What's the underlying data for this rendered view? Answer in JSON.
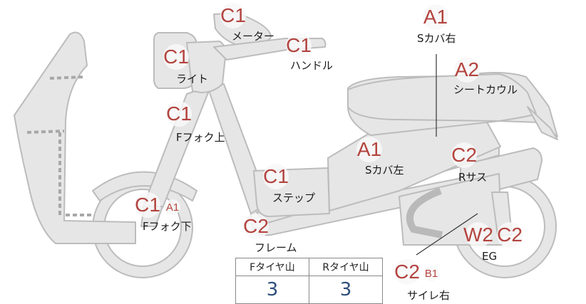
{
  "colors": {
    "body": "#e6e6e6",
    "outline": "#bcbcbc",
    "dashed": "#a8a8a8",
    "grade_red": "#b3443f",
    "value_blue": "#2f4e7c",
    "line": "#333333"
  },
  "parts": [
    {
      "id": "meter",
      "label": "メーター",
      "grades": [
        "C1"
      ]
    },
    {
      "id": "handle",
      "label": "ハンドル",
      "grades": [
        "C1"
      ]
    },
    {
      "id": "light",
      "label": "ライト",
      "grades": [
        "C1"
      ]
    },
    {
      "id": "s_cover_r",
      "label": "Sカバ右",
      "grades": [
        "A1"
      ]
    },
    {
      "id": "seat_cowl",
      "label": "シートカウル",
      "grades": [
        "A2"
      ]
    },
    {
      "id": "f_fork_upper",
      "label": "Fフォク上",
      "grades": [
        "C1"
      ]
    },
    {
      "id": "s_cover_l",
      "label": "Sカバ左",
      "grades": [
        "A1"
      ]
    },
    {
      "id": "r_sus",
      "label": "Rサス",
      "grades": [
        "C2"
      ]
    },
    {
      "id": "step",
      "label": "ステップ",
      "grades": [
        "C1"
      ]
    },
    {
      "id": "f_fork_lower",
      "label": "Fフォク下",
      "grades": [
        "C1",
        "A1"
      ]
    },
    {
      "id": "frame",
      "label": "フレーム",
      "grades": [
        "C2"
      ]
    },
    {
      "id": "engine",
      "label": "EG",
      "grades": [
        "W2",
        "C2"
      ]
    },
    {
      "id": "muffler_r",
      "label": "サイレ右",
      "grades": [
        "C2",
        "B1"
      ]
    }
  ],
  "tread_table": {
    "headers": [
      "Fタイヤ山",
      "Rタイヤ山"
    ],
    "values": [
      "3",
      "3"
    ]
  }
}
